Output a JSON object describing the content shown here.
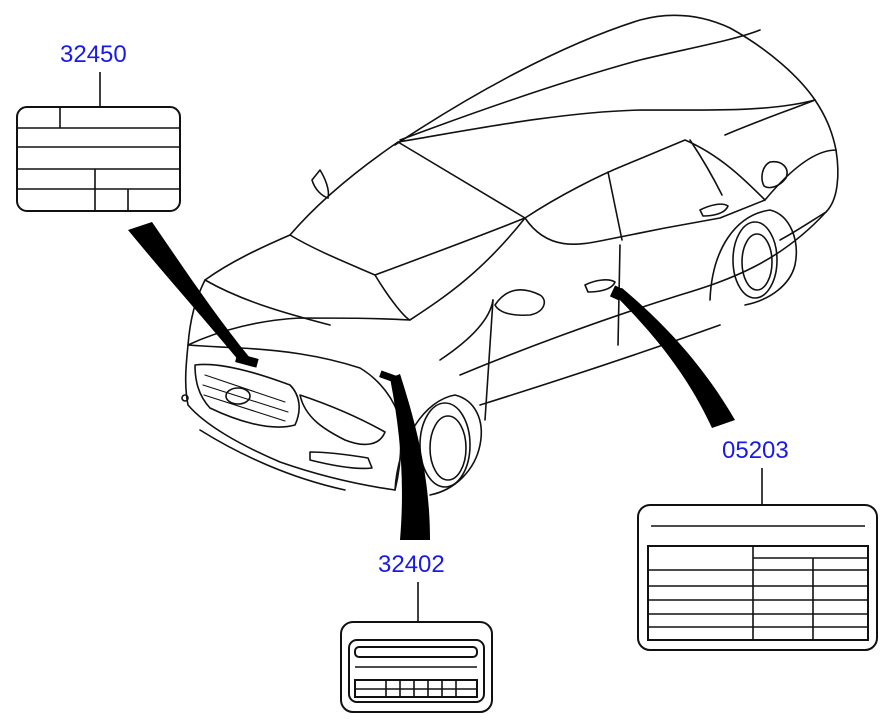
{
  "diagram": {
    "callouts": [
      {
        "id": "label-hood",
        "part_number": "32450"
      },
      {
        "id": "label-radiator-support",
        "part_number": "32402"
      },
      {
        "id": "label-door-pillar",
        "part_number": "05203"
      }
    ],
    "colors": {
      "part_number": "#1a1ae6",
      "line": "#111111",
      "pointer": "#000000"
    }
  }
}
